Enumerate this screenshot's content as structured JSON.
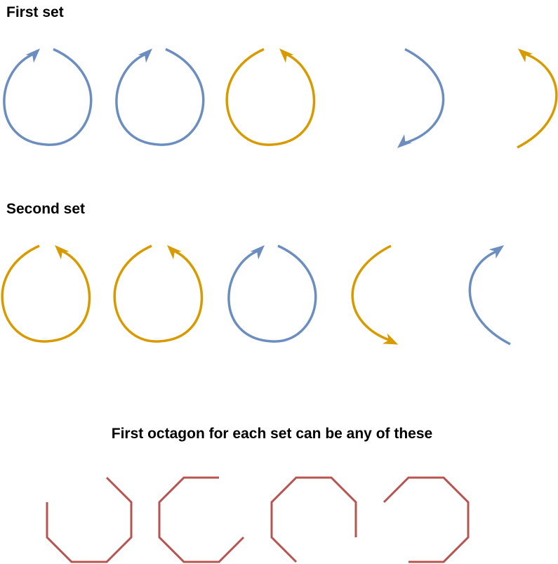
{
  "headings": {
    "first_set": "First set",
    "second_set": "Second set",
    "octagons": "First octagon for each set can be any of these"
  },
  "colors": {
    "blue": "#6c8ebf",
    "orange": "#d79b00",
    "red": "#b85450"
  },
  "first_set": [
    {
      "shape": "circle-cw",
      "color": "blue"
    },
    {
      "shape": "circle-cw",
      "color": "blue"
    },
    {
      "shape": "circle-ccw",
      "color": "orange"
    },
    {
      "shape": "half-right-down",
      "color": "blue"
    },
    {
      "shape": "half-right-up",
      "color": "orange"
    }
  ],
  "second_set": [
    {
      "shape": "circle-ccw",
      "color": "orange"
    },
    {
      "shape": "circle-ccw",
      "color": "orange"
    },
    {
      "shape": "circle-cw",
      "color": "blue"
    },
    {
      "shape": "half-left-down",
      "color": "orange"
    },
    {
      "shape": "half-left-up",
      "color": "blue"
    }
  ],
  "octagons": [
    {
      "gap": "top",
      "color": "red"
    },
    {
      "gap": "right",
      "color": "red"
    },
    {
      "gap": "bottom",
      "color": "red"
    },
    {
      "gap": "left",
      "color": "red"
    }
  ]
}
